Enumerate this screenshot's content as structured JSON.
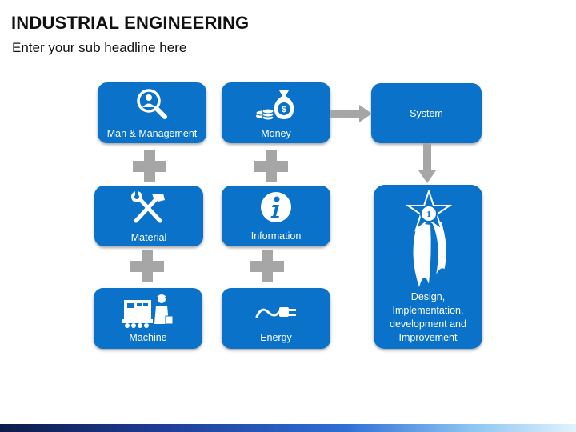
{
  "header": {
    "title": "INDUSTRIAL ENGINEERING",
    "subtitle": "Enter your sub headline here"
  },
  "nodes": {
    "man_management": {
      "label": "Man & Management",
      "icon": "person-magnifier-icon"
    },
    "money": {
      "label": "Money",
      "icon": "money-bag-icon"
    },
    "system": {
      "label": "System"
    },
    "material": {
      "label": "Material",
      "icon": "hammer-wrench-icon"
    },
    "information": {
      "label": "Information",
      "icon": "info-icon"
    },
    "machine": {
      "label": "Machine",
      "icon": "machine-worker-icon"
    },
    "energy": {
      "label": "Energy",
      "icon": "power-plug-icon"
    },
    "result": {
      "lines": [
        "Design,",
        "Implementation,",
        "development and",
        "Improvement"
      ],
      "icon": "star-ribbon-icon",
      "badge": "1"
    }
  },
  "colors": {
    "box": "#0a72c8",
    "connector": "#a6a6a6"
  }
}
